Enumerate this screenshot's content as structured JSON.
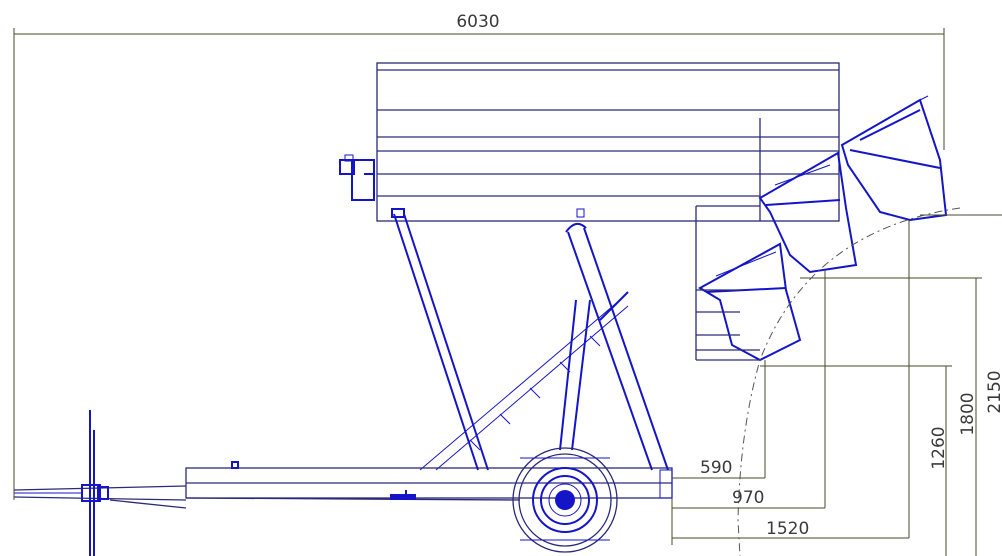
{
  "drawing": {
    "colors": {
      "machine": "#1515c8",
      "dimension": "#4a4a2a",
      "text": "#3a3a3a",
      "background": "#ffffff"
    },
    "dimensions": {
      "overall_length": "6030",
      "max_height": "2150",
      "height_mid": "1800",
      "height_low": "1260",
      "reach_1": "590",
      "reach_2": "970",
      "reach_3": "1520"
    }
  }
}
